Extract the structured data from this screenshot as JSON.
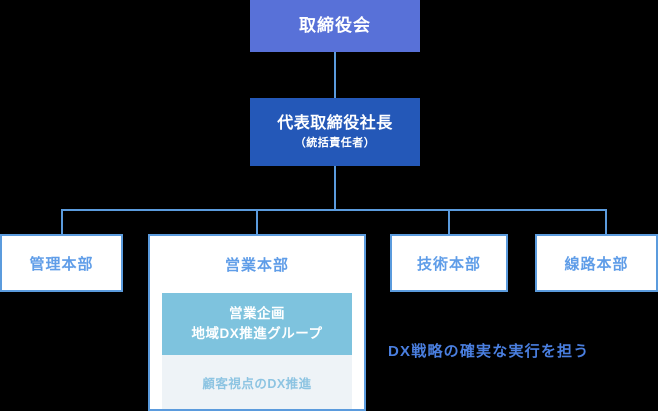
{
  "diagram": {
    "type": "organization-chart",
    "colors": {
      "board_fill": "#5871d8",
      "president_fill": "#2458b8",
      "division_border": "#5b9bdd",
      "division_text": "#5f9de8",
      "connector": "#5b9bdd",
      "highlight_fill": "#7ec3de",
      "soft_fill": "#eef3f7",
      "soft_text": "#8dc4e2",
      "annotation_text": "#4a7fe0",
      "background": "#000000"
    },
    "top": {
      "board": {
        "label": "取締役会"
      },
      "president": {
        "label": "代表取締役社長",
        "sublabel": "（統括責任者）"
      }
    },
    "divisions": [
      {
        "key": "kanri",
        "label": "管理本部"
      },
      {
        "key": "eigyo",
        "label": "営業本部"
      },
      {
        "key": "gijutsu",
        "label": "技術本部"
      },
      {
        "key": "senro",
        "label": "線路本部"
      }
    ],
    "eigyo_children": {
      "highlight": {
        "line1": "営業企画",
        "line2": "地域DX推進グループ"
      },
      "soft": {
        "label": "顧客視点のDX推進"
      }
    },
    "annotation": {
      "text": "DX戦略の確実な実行を担う"
    }
  }
}
